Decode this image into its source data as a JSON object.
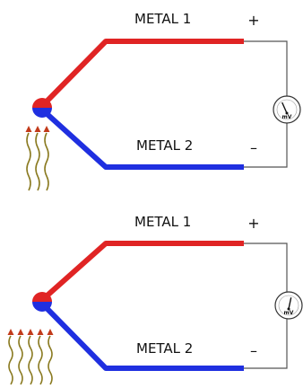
{
  "colors": {
    "metal1": "#e02424",
    "metal2": "#1f2fe0",
    "heat": "#8a7a20",
    "wire": "#555555"
  },
  "icons": {
    "junction": "junction-dot-icon",
    "heat": "heat-wave-icon",
    "meter": "millivoltmeter-icon"
  },
  "diagrams": [
    {
      "metal1_label": "METAL 1",
      "metal2_label": "METAL 2",
      "plus_sign": "+",
      "minus_sign": "–",
      "meter_unit": "mV",
      "heat_wave_count": 3,
      "needle_level": 0.3
    },
    {
      "metal1_label": "METAL 1",
      "metal2_label": "METAL 2",
      "plus_sign": "+",
      "minus_sign": "–",
      "meter_unit": "mV",
      "heat_wave_count": 5,
      "needle_level": 0.6
    }
  ]
}
